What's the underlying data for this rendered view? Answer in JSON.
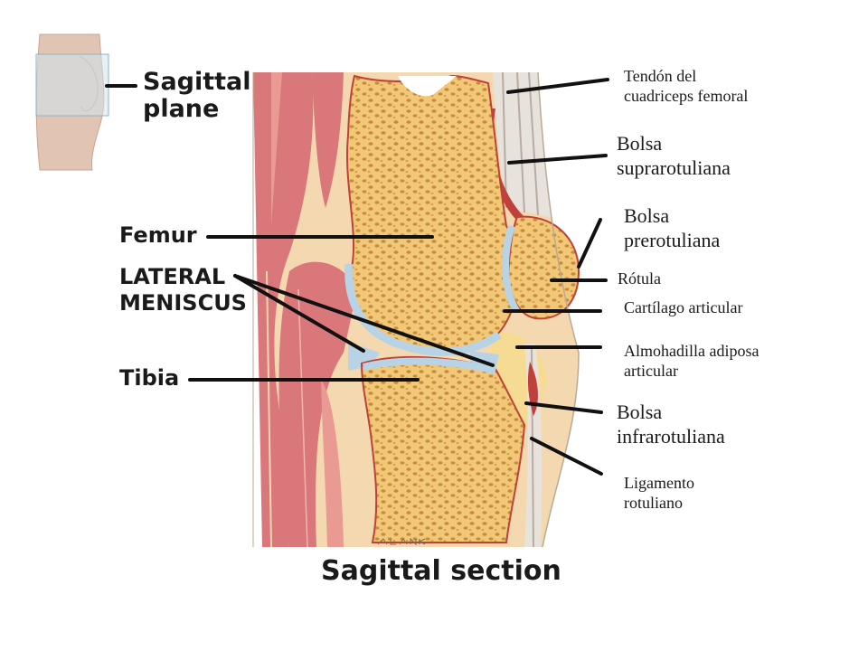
{
  "labels_en": {
    "sagittal_plane": [
      "Sagittal",
      "plane"
    ],
    "femur": "Femur",
    "lateral_meniscus": [
      "LATERAL",
      "MENISCUS"
    ],
    "tibia": "Tibia",
    "caption": "Sagittal section"
  },
  "labels_es": {
    "quadriceps_tendon": [
      "Tendón del",
      "cuadriceps femoral"
    ],
    "suprapatellar_bursa": [
      "Bolsa",
      "suprarotuliana"
    ],
    "prepatellar_bursa": [
      "Bolsa",
      "prerotuliana"
    ],
    "patella": "Rótula",
    "articular_cartilage": "Cartílago articular",
    "fat_pad": [
      "Almohadilla adiposa",
      "articular"
    ],
    "infrapatellar_bursa": [
      "Bolsa",
      "infrarotuliana"
    ],
    "patellar_ligament": [
      "Ligamento",
      "rotuliano"
    ]
  },
  "signature": "DANK",
  "colors": {
    "bone": "#f0c878",
    "bone_pore": "#c98a3a",
    "muscle": "#d9777a",
    "muscle_light": "#f2b6ad",
    "cartilage": "#b9d3e6",
    "bursa": "#c0403a",
    "fat": "#f6dc92",
    "skin": "#f4d9b0",
    "leader": "#111111"
  }
}
